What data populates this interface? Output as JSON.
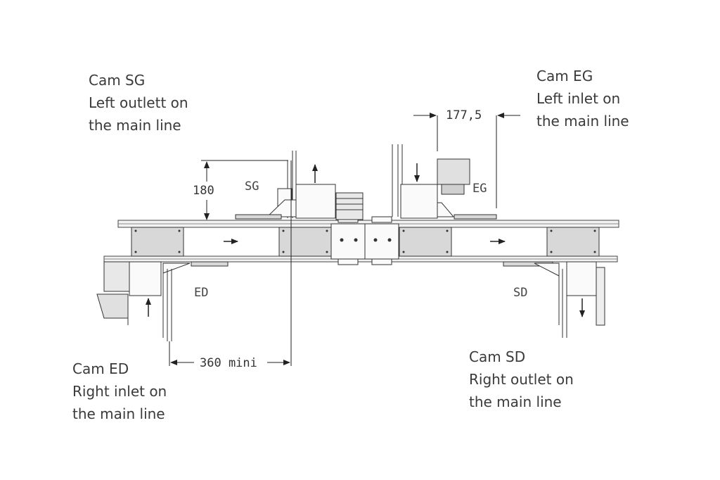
{
  "captions": {
    "sg": {
      "line1": "Cam SG",
      "line2": "Left outlett on",
      "line3": "the main line"
    },
    "eg": {
      "line1": "Cam EG",
      "line2": "Left inlet on",
      "line3": "the main line"
    },
    "ed": {
      "line1": "Cam ED",
      "line2": "Right inlet on",
      "line3": "the main line"
    },
    "sd": {
      "line1": "Cam SD",
      "line2": "Right outlet on",
      "line3": "the main line"
    }
  },
  "drawing_labels": {
    "sg": "SG",
    "eg": "EG",
    "ed": "ED",
    "sd": "SD"
  },
  "dimensions": {
    "height": "180",
    "offset": "177,5",
    "spacing": "360 mini"
  }
}
